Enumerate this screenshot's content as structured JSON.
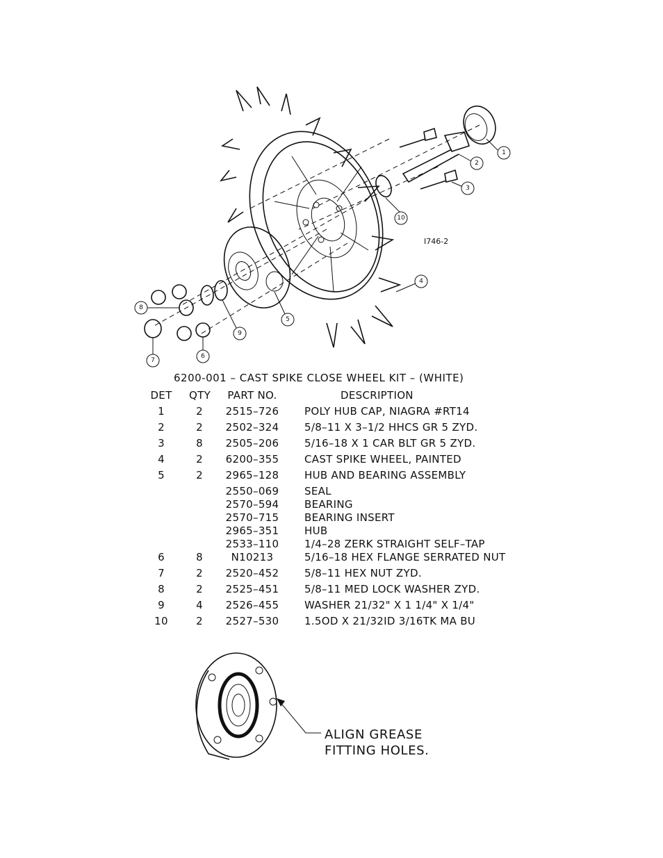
{
  "drawing": {
    "reference_code": "I746-2",
    "callouts": [
      "1",
      "2",
      "3",
      "4",
      "5",
      "6",
      "7",
      "8",
      "9",
      "10"
    ]
  },
  "kit_title": "6200-001 – CAST SPIKE CLOSE WHEEL KIT – (WHITE)",
  "table": {
    "headers": {
      "det": "DET",
      "qty": "QTY",
      "part": "PART NO.",
      "desc": "DESCRIPTION"
    },
    "rows": [
      {
        "det": "1",
        "qty": "2",
        "part": "2515–726",
        "desc": "POLY HUB CAP, NIAGRA #RT14"
      },
      {
        "det": "2",
        "qty": "2",
        "part": "2502–324",
        "desc": "5/8–11 X 3–1/2 HHCS GR 5 ZYD."
      },
      {
        "det": "3",
        "qty": "8",
        "part": "2505–206",
        "desc": "5/16–18 X 1 CAR BLT GR 5 ZYD."
      },
      {
        "det": "4",
        "qty": "2",
        "part": "6200–355",
        "desc": "CAST SPIKE WHEEL, PAINTED"
      },
      {
        "det": "5",
        "qty": "2",
        "part": "2965–128",
        "desc": "HUB AND BEARING ASSEMBLY"
      },
      {
        "det": "",
        "qty": "",
        "part": "2550–069",
        "desc": "SEAL",
        "sub": true
      },
      {
        "det": "",
        "qty": "",
        "part": "2570–594",
        "desc": "BEARING",
        "sub": true
      },
      {
        "det": "",
        "qty": "",
        "part": "2570–715",
        "desc": "BEARING INSERT",
        "sub": true
      },
      {
        "det": "",
        "qty": "",
        "part": "2965–351",
        "desc": "HUB",
        "sub": true
      },
      {
        "det": "",
        "qty": "",
        "part": "2533–110",
        "desc": "1/4–28 ZERK STRAIGHT SELF–TAP",
        "sub": true
      },
      {
        "det": "6",
        "qty": "8",
        "part": "N10213",
        "desc": "5/16–18 HEX FLANGE SERRATED NUT"
      },
      {
        "det": "7",
        "qty": "2",
        "part": "2520–452",
        "desc": "5/8–11 HEX NUT ZYD."
      },
      {
        "det": "8",
        "qty": "2",
        "part": "2525–451",
        "desc": "5/8–11 MED LOCK WASHER ZYD."
      },
      {
        "det": "9",
        "qty": "4",
        "part": "2526–455",
        "desc": "WASHER 21/32\" X 1 1/4\" X 1/4\""
      },
      {
        "det": "10",
        "qty": "2",
        "part": "2527–530",
        "desc": "1.5OD X 21/32ID 3/16TK MA BU"
      }
    ]
  },
  "align_note": {
    "line1": "ALIGN GREASE",
    "line2": "FITTING HOLES."
  }
}
